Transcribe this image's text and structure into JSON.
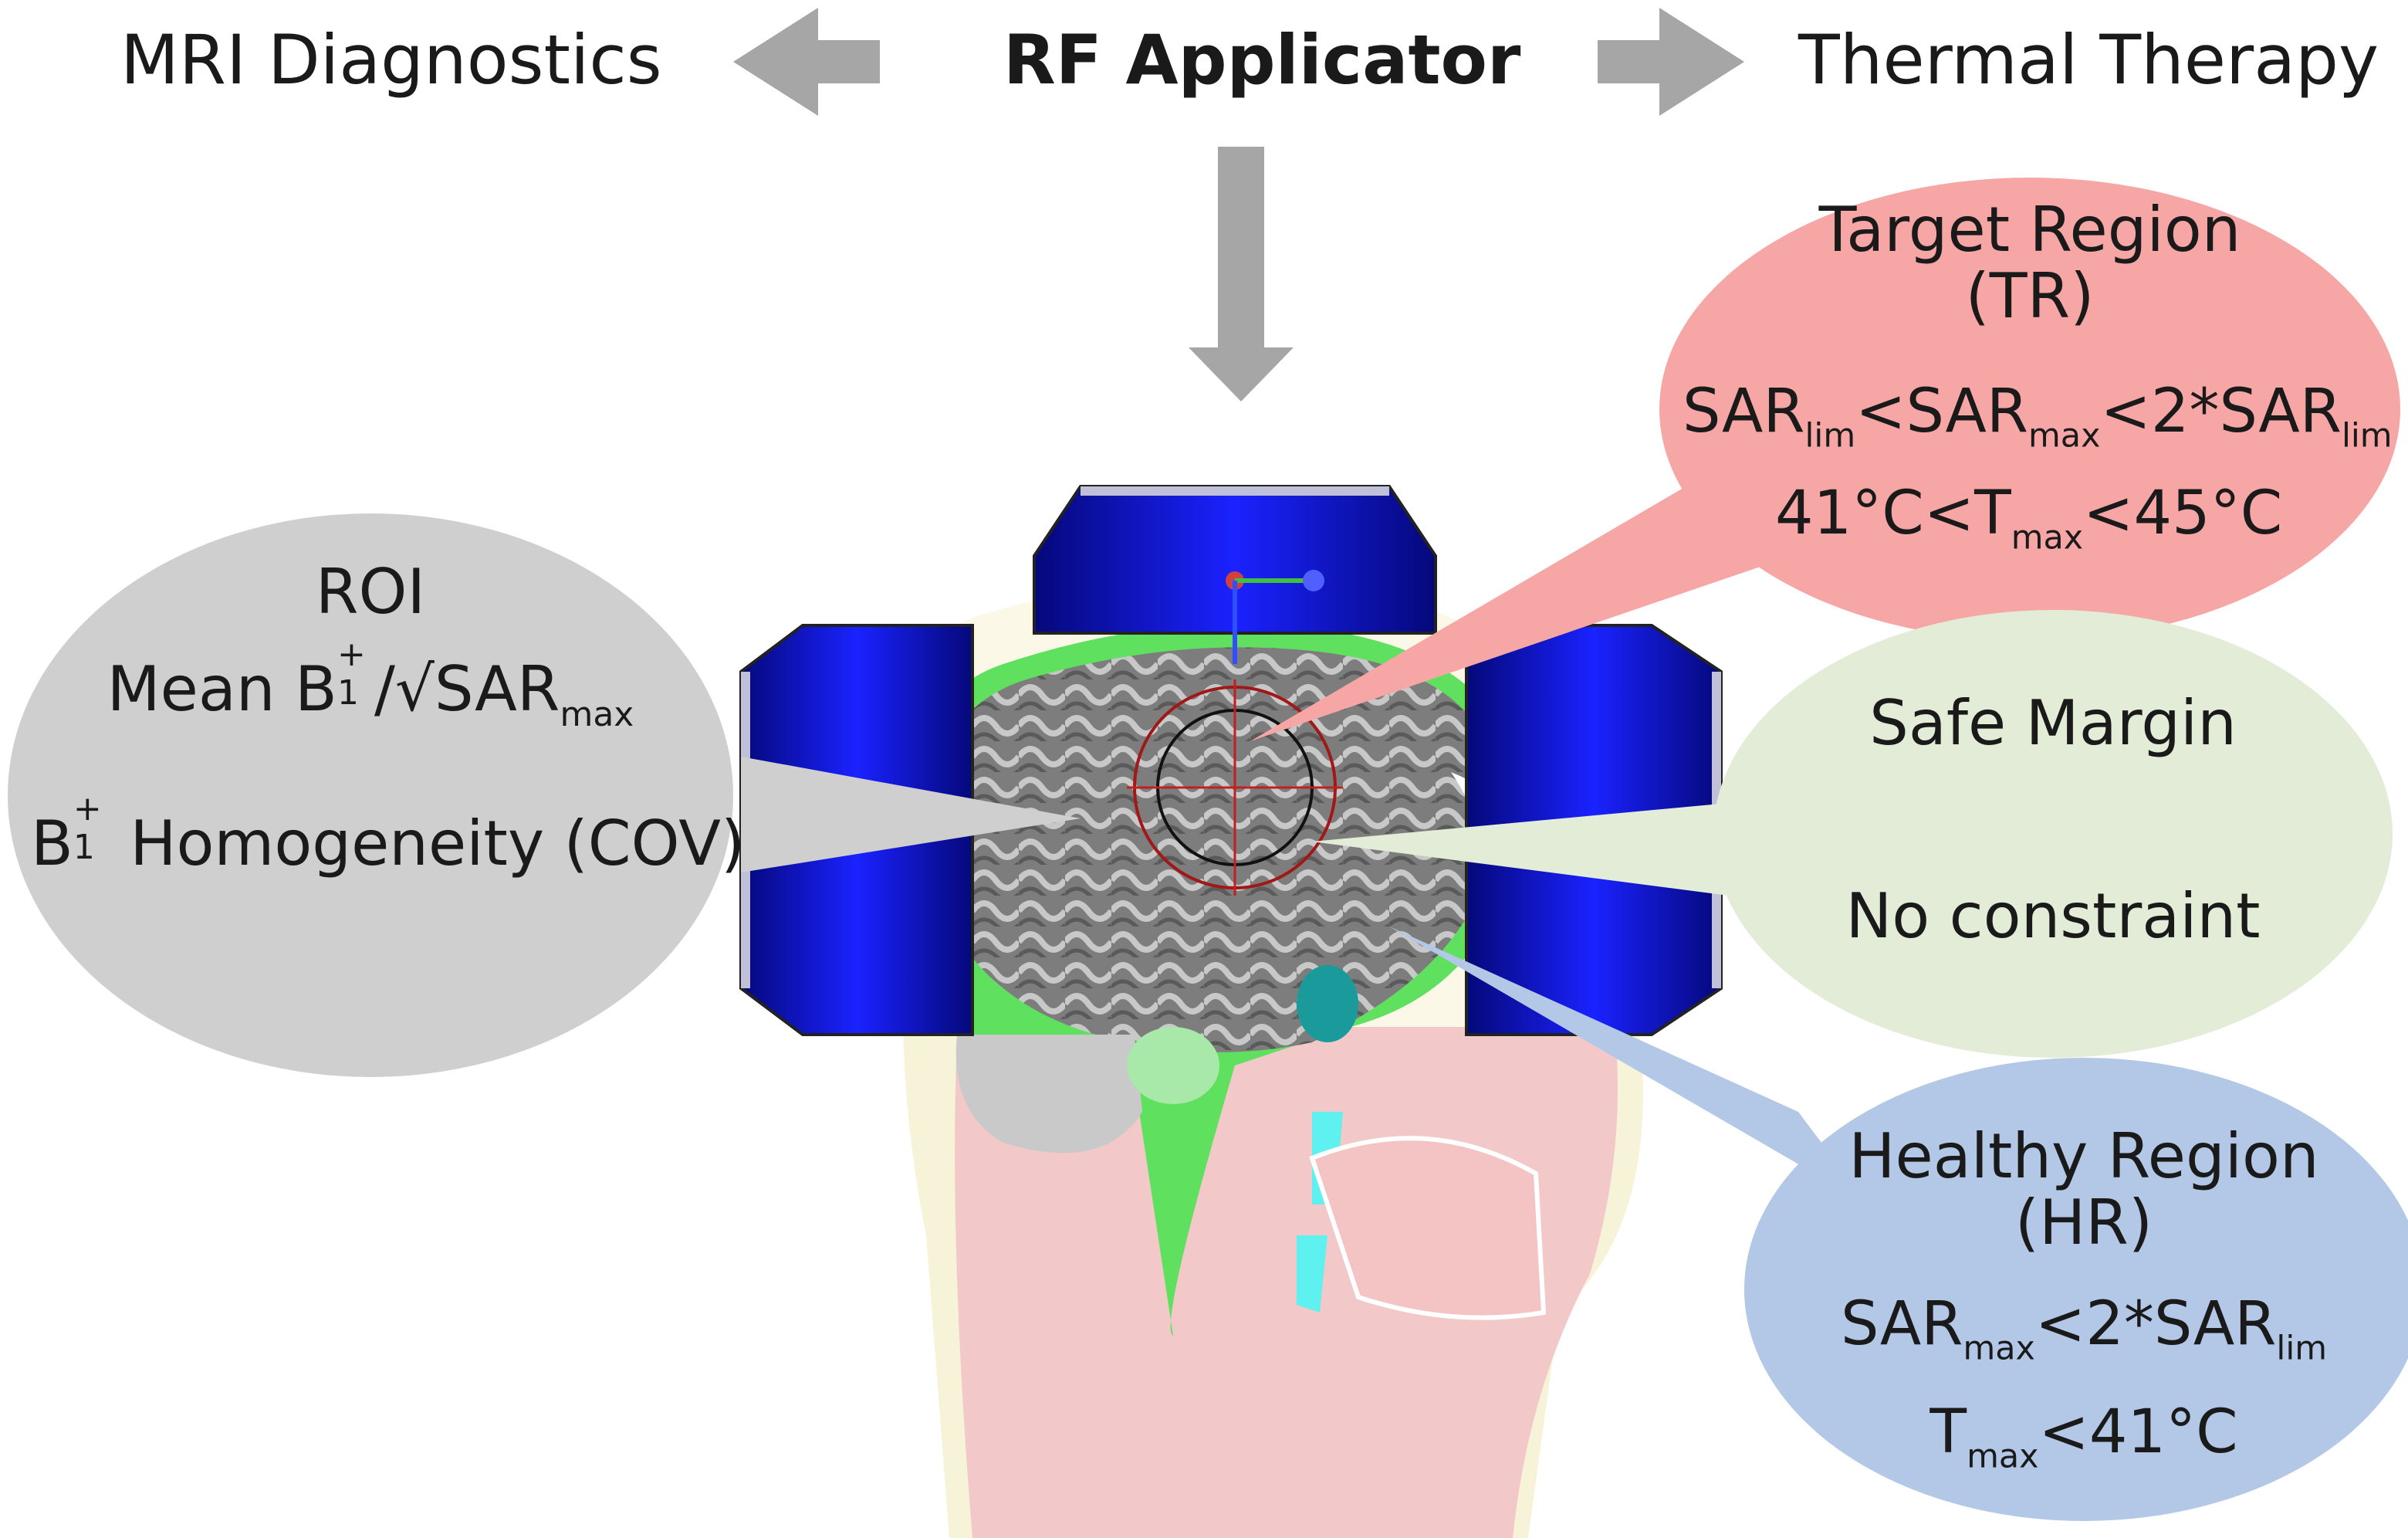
{
  "header": {
    "left_label": "MRI Diagnostics",
    "center_label": "RF Applicator",
    "right_label": "Thermal Therapy"
  },
  "roi": {
    "title": "ROI",
    "line1_prefix": "Mean B",
    "line1_sub": "1",
    "line1_sup": "+",
    "line1_mid": "/√SAR",
    "line1_sub2": "max",
    "line2_prefix": "B",
    "line2_sub": "1",
    "line2_sup": "+",
    "line2_suffix": " Homogeneity (COV)"
  },
  "target_region": {
    "title_line1": "Target Region",
    "title_line2": "(TR)",
    "c1_a": "SAR",
    "c1_a_sub": "lim",
    "c1_b": "<SAR",
    "c1_b_sub": "max",
    "c1_c": "<2*SAR",
    "c1_c_sub": "lim",
    "c2_a": "41°C<T",
    "c2_a_sub": "max",
    "c2_b": "<45°C"
  },
  "safe_margin": {
    "title": "Safe Margin",
    "constraint": "No constraint"
  },
  "healthy_region": {
    "title_line1": "Healthy Region",
    "title_line2": "(HR)",
    "c1_a": "SAR",
    "c1_a_sub": "max",
    "c1_b": "<2*SAR",
    "c1_b_sub": "lim",
    "c2_a": "T",
    "c2_a_sub": "max",
    "c2_b": "<41°C"
  },
  "colors": {
    "arrow": "#a6a6a6",
    "roi_bubble": "#cfcfcf",
    "target_bubble": "#f6a6a4",
    "safe_bubble": "#e2ecd6",
    "healthy_bubble": "#b3c7e6",
    "applicator_blue": "#0a10d8",
    "brain_gray": "#8a8a8a",
    "csf_green": "#5fe05f",
    "skin_pink": "#f3c8c8"
  }
}
